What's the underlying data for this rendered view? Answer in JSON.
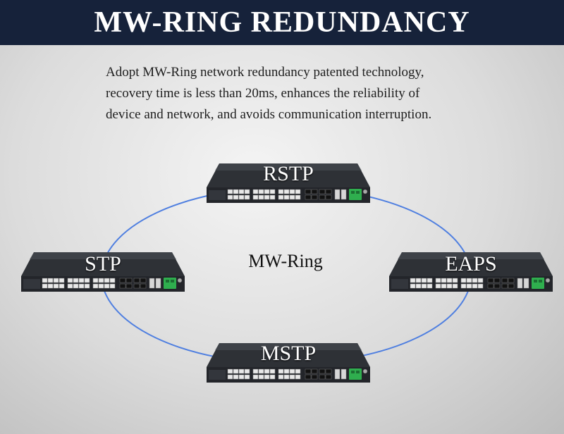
{
  "header": {
    "title": "MW-RING REDUNDANCY"
  },
  "intro": {
    "lines": [
      "Adopt MW-Ring network redundancy patented technology,",
      "recovery time is less than 20ms, enhances the reliability of",
      "device and network, and avoids communication interruption."
    ]
  },
  "ring": {
    "label": "MW-Ring",
    "color": "#4f7fe0"
  },
  "switches": {
    "top": {
      "label": "RSTP"
    },
    "left": {
      "label": "STP"
    },
    "right": {
      "label": "EAPS"
    },
    "bottom": {
      "label": "MSTP"
    }
  },
  "colors": {
    "header_bg": "#16223a",
    "device_body": "#3a3d43",
    "terminal_green": "#2fae4e"
  }
}
